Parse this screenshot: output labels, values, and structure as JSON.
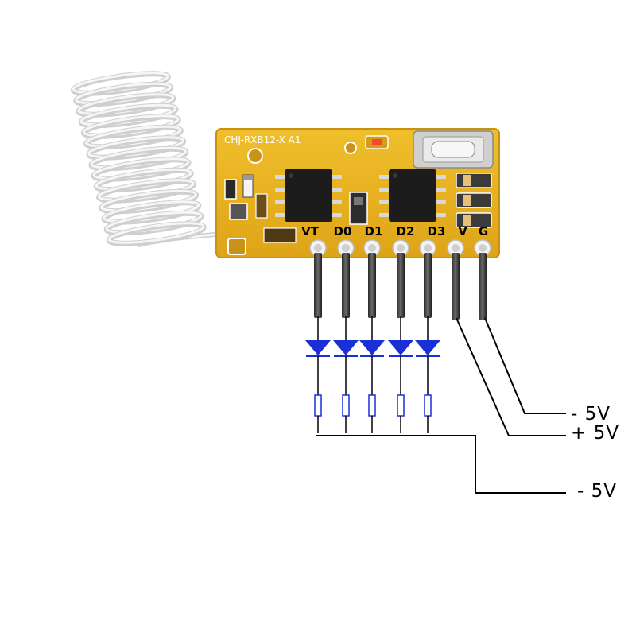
{
  "board": {
    "silkscreen": "CHJ-RXB12-X  A1",
    "pin_labels": [
      "VT",
      "D0",
      "D1",
      "D2",
      "D3",
      "V",
      "G"
    ]
  },
  "supply_labels": {
    "ground_top": "-  5V",
    "positive": "+ 5V",
    "ground_bottom": "- 5V"
  },
  "colors": {
    "pcb": "#e8b21f",
    "led": "#1a2fd6",
    "resistor": "#1a2fd6",
    "wire": "#000000",
    "antenna": "#e8e8e8"
  },
  "icons": {
    "led": "led-diode-icon",
    "resistor": "resistor-icon",
    "chip": "ic-chip-icon",
    "button": "push-button-icon"
  }
}
